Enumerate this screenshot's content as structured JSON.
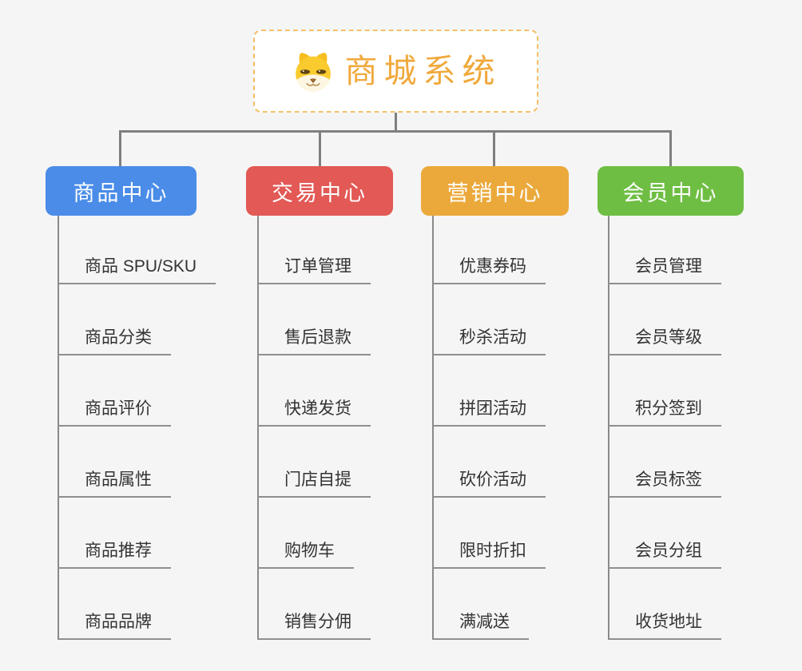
{
  "root": {
    "label": "商城系统",
    "icon": "doge-icon",
    "accent_color": "#f0a93c",
    "border_color": "#f3c06c",
    "background": "#ffffff"
  },
  "canvas_background": "#f5f5f5",
  "connector_color": "#7f7f7f",
  "underline_color": "#8f8f8f",
  "child_text_color": "#333333",
  "branches": [
    {
      "label": "商品中心",
      "color": "#4a8ce8",
      "children": [
        "商品 SPU/SKU",
        "商品分类",
        "商品评价",
        "商品属性",
        "商品推荐",
        "商品品牌"
      ]
    },
    {
      "label": "交易中心",
      "color": "#e25955",
      "children": [
        "订单管理",
        "售后退款",
        "快递发货",
        "门店自提",
        "购物车",
        "销售分佣"
      ]
    },
    {
      "label": "营销中心",
      "color": "#eba93b",
      "children": [
        "优惠券码",
        "秒杀活动",
        "拼团活动",
        "砍价活动",
        "限时折扣",
        "满减送"
      ]
    },
    {
      "label": "会员中心",
      "color": "#6fbe44",
      "children": [
        "会员管理",
        "会员等级",
        "积分签到",
        "会员标签",
        "会员分组",
        "收货地址"
      ]
    }
  ]
}
